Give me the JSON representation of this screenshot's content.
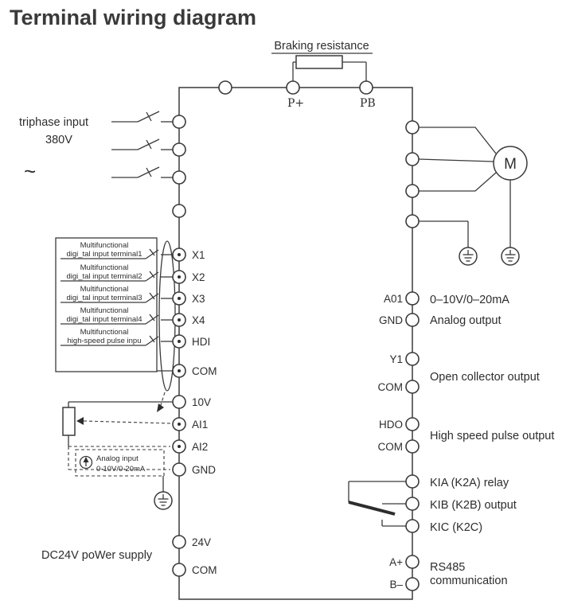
{
  "title": "Terminal wiring diagram",
  "braking": {
    "label": "Braking resistance",
    "p_plus": "P+",
    "pb": "PB"
  },
  "left": {
    "triphase_line1": "triphase input",
    "triphase_line2": "380V",
    "ac_symbol": "~",
    "digital_input_rows": [
      {
        "line1": "Multifunctional",
        "line2": "digi_tal input terminal1",
        "terminal": "X1"
      },
      {
        "line1": "Multifunctional",
        "line2": "digi_tal input terminal2",
        "terminal": "X2"
      },
      {
        "line1": "Multifunctional",
        "line2": "digi_tal input terminal3",
        "terminal": "X3"
      },
      {
        "line1": "Multifunctional",
        "line2": "digi_tal input terminal4",
        "terminal": "X4"
      },
      {
        "line1": "Multifunctional",
        "line2": "high-speed pulse inpu",
        "terminal": "HDI"
      }
    ],
    "com1": "COM",
    "v10": "10V",
    "ai1": "AI1",
    "ai2": "AI2",
    "gnd": "GND",
    "analog_note_line1": "Analog input",
    "analog_note_line2": "0-10V/0-20mA",
    "v24": "24V",
    "com2": "COM",
    "dc_supply": "DC24V poWer supply"
  },
  "right": {
    "motor": "M",
    "a01": "A01",
    "gnd": "GND",
    "analog_output_line1": "0–10V/0–20mA",
    "analog_output_line2": "Analog output",
    "y1": "Y1",
    "com1": "COM",
    "open_collector": "Open collector output",
    "hdo": "HDO",
    "com2": "COM",
    "high_speed_pulse": "High speed pulse output",
    "kia": "KIA (K2A) relay",
    "kib": "KIB (K2B) output",
    "kic": "KIC (K2C)",
    "a_plus": "A+",
    "b_minus": "B–",
    "rs485_line1": "RS485",
    "rs485_line2": "communication"
  }
}
